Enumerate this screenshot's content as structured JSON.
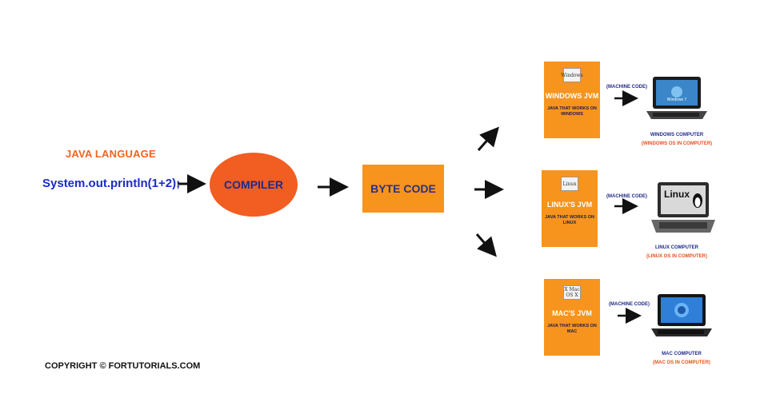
{
  "source": {
    "language_label": "JAVA LANGUAGE",
    "code": "System.out.println(1+2);"
  },
  "compiler": {
    "label": "COMPILER"
  },
  "bytecode": {
    "label": "BYTE CODE"
  },
  "platforms": [
    {
      "logo": "Windows",
      "jvm_title": "WINDOWS JVM",
      "jvm_subtitle": "JAVA THAT WORKS ON WINDOWS",
      "machine_code_label": "(MACHINE CODE)",
      "computer_name": "WINDOWS COMPUTER",
      "computer_os": "(WINDOWS OS IN COMPUTER)",
      "screen_text": "Windows 7"
    },
    {
      "logo": "Linux",
      "jvm_title": "LINUX'S JVM",
      "jvm_subtitle": "JAVA THAT WORKS ON LINUX",
      "machine_code_label": "(MACHINE CODE)",
      "computer_name": "LINUX COMPUTER",
      "computer_os": "(LINUX OS IN COMPUTER)",
      "screen_text": "Linux"
    },
    {
      "logo": "X Mac OS X",
      "jvm_title": "MAC'S JVM",
      "jvm_subtitle": "JAVA THAT WORKS ON MAC",
      "machine_code_label": "(MACHINE CODE)",
      "computer_name": "MAC COMPUTER",
      "computer_os": "(MAC OS IN COMPUTER)",
      "screen_text": ""
    }
  ],
  "footer": {
    "copyright": "COPYRIGHT © FORTUTORIALS.COM"
  },
  "colors": {
    "orange_box": "#f7941d",
    "compiler_fill": "#f25d22",
    "accent_text": "#f2641e",
    "label_blue": "#1f2a8c"
  }
}
